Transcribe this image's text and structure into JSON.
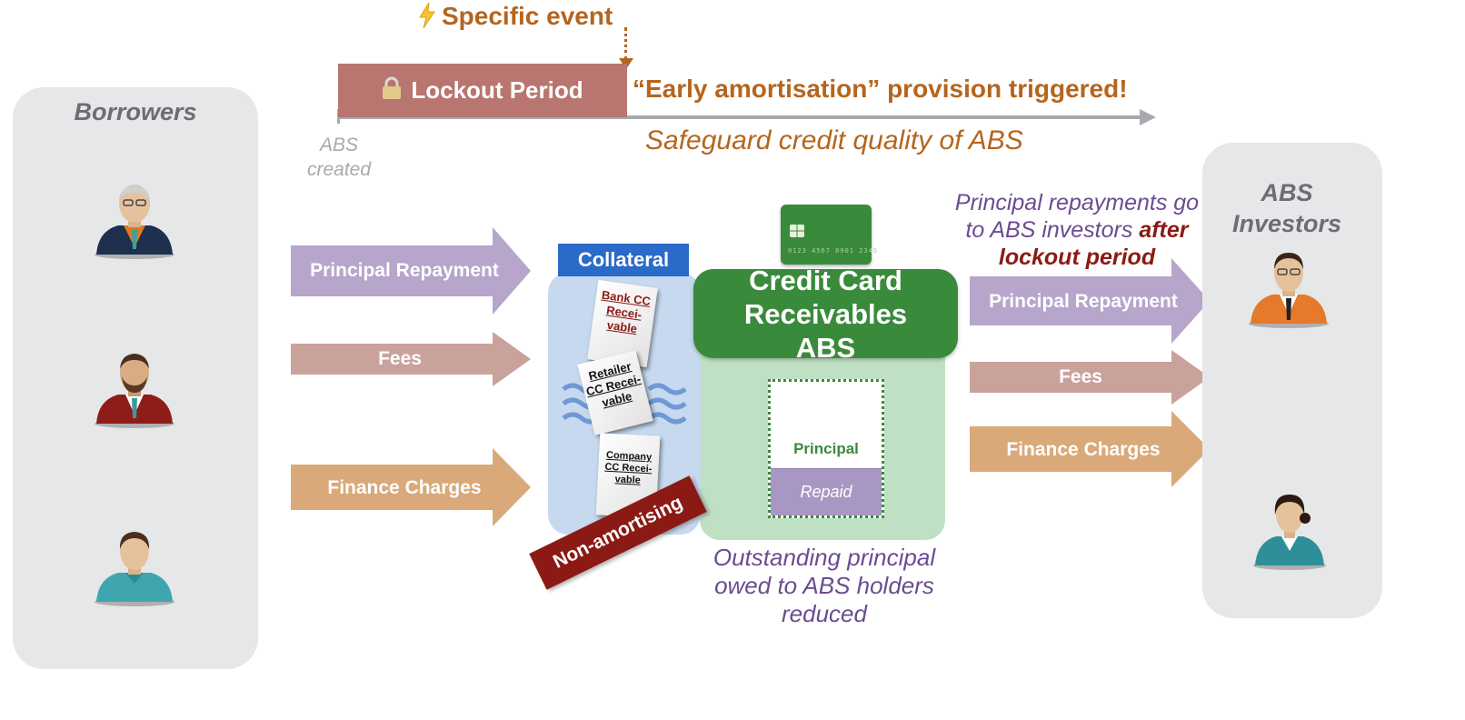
{
  "timeline": {
    "event_label": "Specific event",
    "lockout_label": "Lockout Period",
    "trigger_text": "“Early amortisation” provision triggered!",
    "abs_created": "ABS created",
    "safeguard_text": "Safeguard credit quality of ABS"
  },
  "borrowers": {
    "title": "Borrowers"
  },
  "investors": {
    "title": "ABS Investors",
    "note_part1": "Principal repayments go to ABS investors ",
    "note_emphasis": "after lockout period"
  },
  "left_flows": [
    {
      "label": "Principal Repayment",
      "color": "#b7a5cb"
    },
    {
      "label": "Fees",
      "color": "#c9a29c"
    },
    {
      "label": "Finance Charges",
      "color": "#d9a97a"
    }
  ],
  "right_flows": [
    {
      "label": "Principal Repayment",
      "color": "#b7a5cb"
    },
    {
      "label": "Fees",
      "color": "#c9a29c"
    },
    {
      "label": "Finance Charges",
      "color": "#d9a97a"
    }
  ],
  "collateral": {
    "title": "Collateral",
    "cards": [
      "Bank CC Recei-vable",
      "Retailer CC Recei-vable",
      "Company CC Recei-vable"
    ],
    "banner": "Non-amortising"
  },
  "abs_box": {
    "title": "Credit Card Receivables ABS",
    "card_number": "0123 4567 8901 2345",
    "principal_label": "Principal",
    "repaid_label": "Repaid",
    "caption": "Outstanding principal owed to ABS holders reduced"
  },
  "colors": {
    "lockout": "#b9756f",
    "accent_orange": "#b5651d",
    "collateral_blue": "#2a6ac8",
    "abs_green": "#3a8a3c",
    "dark_red": "#8b1a14",
    "purple_text": "#6b4c91"
  }
}
